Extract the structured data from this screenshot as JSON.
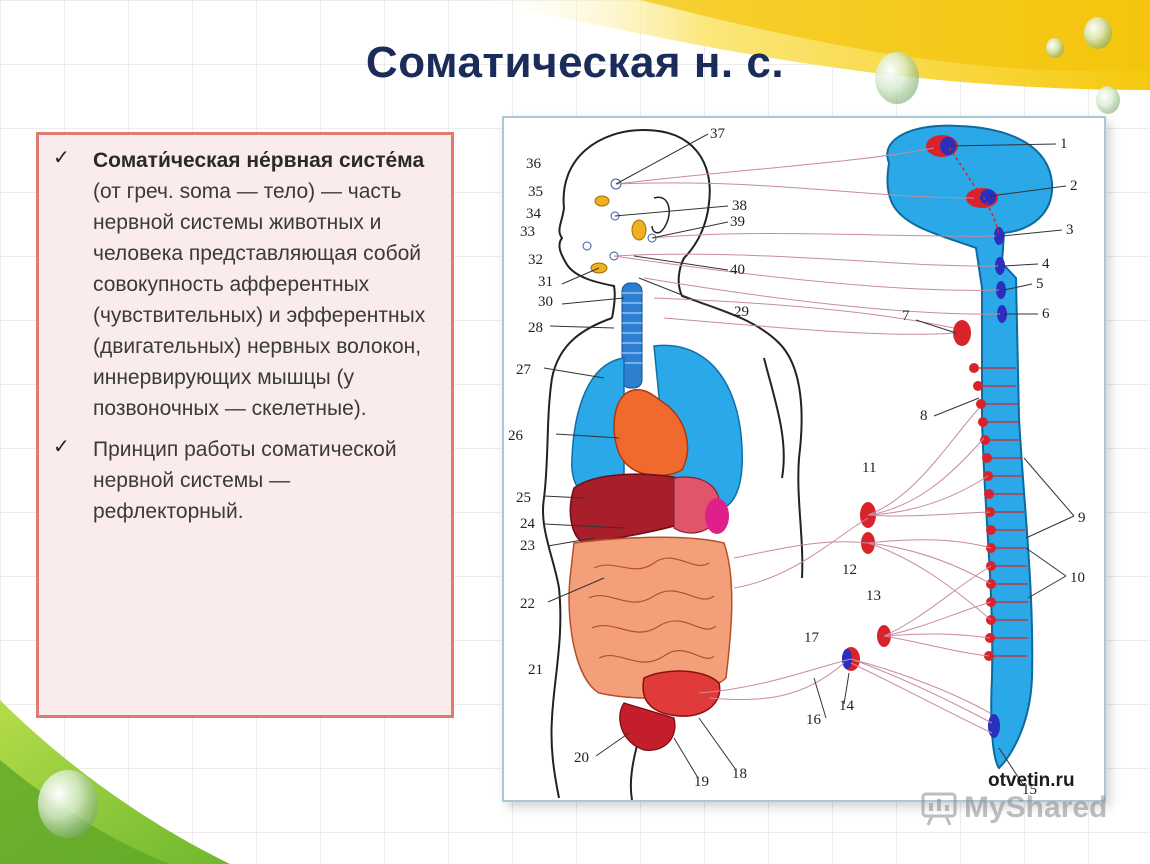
{
  "slide": {
    "title": "Соматическая н. с.",
    "bullets": [
      {
        "check": "✓",
        "bold_part": "Сомати́ческая не́рвная систе́ма",
        "rest": " (от греч. soma — тело) — часть нервной системы животных и человека представляющая собой совокупность афферентных (чувствительных) и эфферентных (двигательных) нервных волокон, иннервирующих мышцы (у позвоночных — скелетные)."
      },
      {
        "check": "✓",
        "bold_part": "",
        "rest": "Принцип работы соматической нервной системы — рефлекторный."
      }
    ]
  },
  "figure": {
    "credit": "otvetin.ru",
    "labels": [
      "1",
      "2",
      "3",
      "4",
      "5",
      "6",
      "7",
      "8",
      "9",
      "10",
      "11",
      "12",
      "13",
      "14",
      "15",
      "16",
      "17",
      "18",
      "19",
      "20",
      "21",
      "22",
      "23",
      "24",
      "25",
      "26",
      "27",
      "28",
      "29",
      "30",
      "31",
      "32",
      "33",
      "34",
      "35",
      "36",
      "37",
      "38",
      "39",
      "40"
    ]
  },
  "watermark": {
    "text": "MyShared",
    "icon": "presentation-board-icon"
  },
  "colors": {
    "title": "#1b2b5a",
    "box_border": "#e07a72",
    "box_fill": "#f9ecea",
    "cns_blue": "#2aa8e8",
    "nerve_red": "#d8232a",
    "swoosh_yellow": "#f7d21e",
    "swoosh_green": "#8cc63f"
  }
}
